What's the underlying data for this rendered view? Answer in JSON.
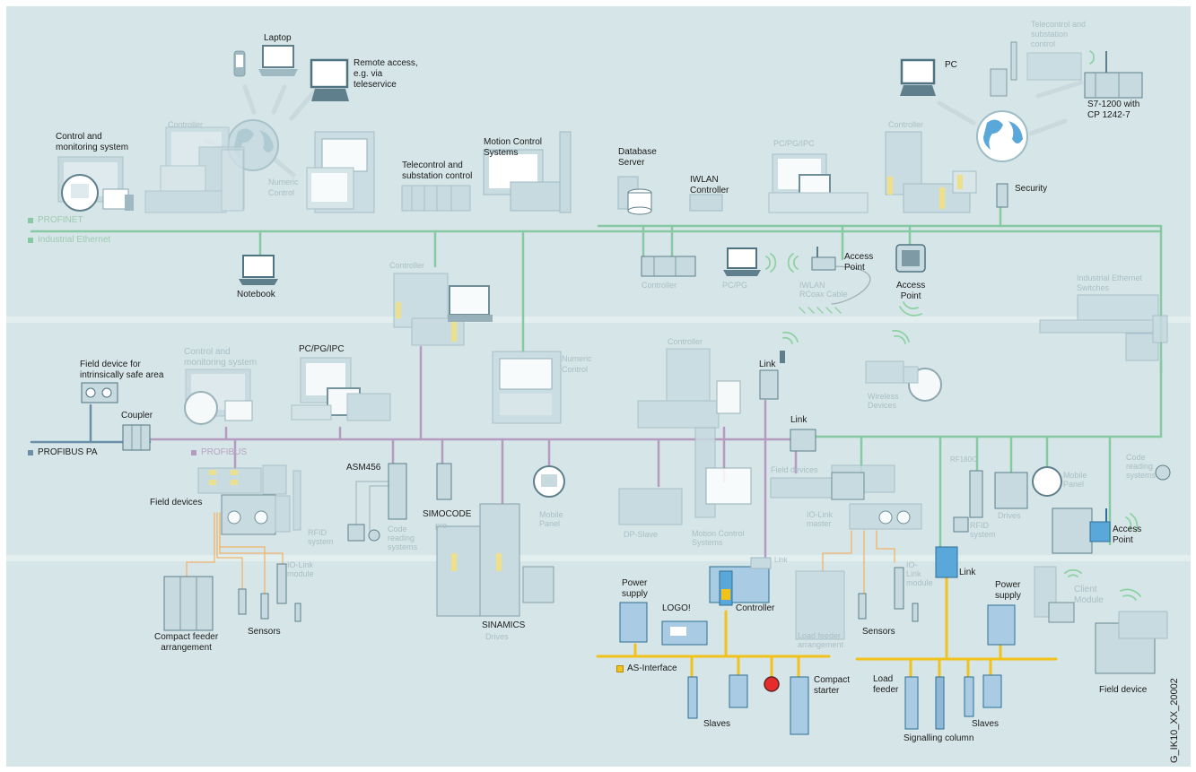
{
  "diagram": {
    "colors": {
      "background": "#d6e5e7",
      "profinet": "#86c9a3",
      "profibus_dp": "#b59bc0",
      "profibus_pa": "#6a8fa8",
      "as_interface": "#f1c21b",
      "io_link": "#f0b56b",
      "device_faded": "#b5cfd8",
      "device_active": "#5aa7d9"
    },
    "legend": {
      "profinet": "PROFINET",
      "industrial_ethernet": "Industrial Ethernet",
      "profibus_pa": "PROFIBUS PA",
      "profibus": "PROFIBUS",
      "as_interface": "AS-Interface"
    },
    "labels": {
      "laptop": "Laptop",
      "remote_access": "Remote access,\ne.g. via\nteleservice",
      "control_monitoring_top": "Control and\nmonitoring system",
      "controller_top": "Controller",
      "numeric_control_top": "Numeric\nControl",
      "telecontrol": "Telecontrol and\nsubstation control",
      "motion_control_top": "Motion Control\nSystems",
      "database_server": "Database\nServer",
      "iwlan_controller": "IWLAN\nController",
      "pcpgipc_top": "PC/PG/IPC",
      "controller_top_right": "Controller",
      "security": "Security",
      "pc": "PC",
      "telecontrol_right": "Telecontrol and\nsubstation\ncontrol",
      "s7_1200": "S7-1200 with\nCP 1242-7",
      "notebook": "Notebook",
      "controller_mid": "Controller",
      "controller_ie": "Controller",
      "pcpg": "PC/PG",
      "iwlan_rcoax": "IWLAN\nRCoax Cable",
      "access_point_1": "Access\nPoint",
      "access_point_2": "Access\nPoint",
      "ie_switches": "Industrial Ethernet\nSwitches",
      "field_device_safe": "Field device for\nintrinsically safe area",
      "coupler": "Coupler",
      "control_monitoring_mid": "Control and\nmonitoring system",
      "pcpgipc_mid": "PC/PG/IPC",
      "numeric_control_mid": "Numeric\nControl",
      "controller_right_mid": "Controller",
      "link_top": "Link",
      "wireless_devices": "Wireless\nDevices",
      "link_mid": "Link",
      "field_devices_left": "Field devices",
      "asm456": "ASM456",
      "simocode": "SIMOCODE",
      "simocode_pro": "pro",
      "rfid_left": "RFID\nsystem",
      "code_reading_left": "Code\nreading\nsystems",
      "mobile_panel_mid": "Mobile\nPanel",
      "dp_slave": "DP-Slave",
      "motion_control_mid": "Motion Control\nSystems",
      "field_devices_right": "Field devices",
      "io_link_master": "IO-Link\nmaster",
      "rf180c": "RF180C",
      "rfid_right": "RFID\nsystem",
      "drives": "Drives",
      "mobile_panel_right": "Mobile\nPanel",
      "code_reading_right": "Code\nreading\nsystems",
      "access_point_3": "Access\nPoint",
      "compact_feeder": "Compact feeder\narrangement",
      "sensors_left": "Sensors",
      "io_link_module_left": "IO-Link\nmodule",
      "sinamics": "SINAMICS",
      "drives_sinamics": "Drives",
      "power_supply_left": "Power\nsupply",
      "logo": "LOGO!",
      "link_small": "Link",
      "controller_as": "Controller",
      "load_feeder_arr": "Load feeder\narrangement",
      "io_link_module_right": "IO-\nLink\nmodule",
      "sensors_right": "Sensors",
      "link_bottom": "Link",
      "power_supply_right": "Power\nsupply",
      "client_module": "Client\nModule",
      "field_device_right": "Field device",
      "slaves_left": "Slaves",
      "compact_starter": "Compact\nstarter",
      "load_feeder": "Load\nfeeder",
      "slaves_right": "Slaves",
      "signalling_column": "Signalling column"
    },
    "figure_code": "G_IK10_XX_20002"
  }
}
